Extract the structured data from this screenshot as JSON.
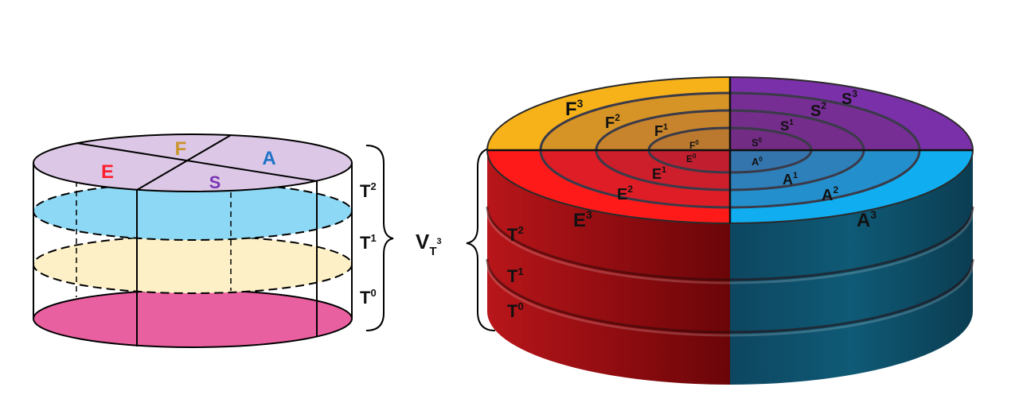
{
  "left_cylinder": {
    "top_labels": {
      "E": {
        "text": "E",
        "color": "#ff1f2e"
      },
      "F": {
        "text": "F",
        "color": "#c8952a"
      },
      "A": {
        "text": "A",
        "color": "#1e73c8"
      },
      "S": {
        "text": "S",
        "color": "#7a35b4"
      }
    },
    "level_labels": [
      {
        "base": "T",
        "sup": "2"
      },
      {
        "base": "T",
        "sup": "1"
      },
      {
        "base": "T",
        "sup": "0"
      }
    ],
    "colors": {
      "top": "#dcc8e6",
      "level2": "#8dd8f4",
      "level1": "#fdf0c6",
      "base": "#e8609f"
    }
  },
  "volume_label": {
    "base": "V",
    "sub": "T",
    "subsup": "3"
  },
  "right_disk": {
    "layer_labels": [
      {
        "base": "T",
        "sup": "2"
      },
      {
        "base": "T",
        "sup": "1"
      },
      {
        "base": "T",
        "sup": "0"
      }
    ],
    "ring_labels": {
      "F": [
        {
          "base": "F",
          "sup": "0"
        },
        {
          "base": "F",
          "sup": "1"
        },
        {
          "base": "F",
          "sup": "2"
        },
        {
          "base": "F",
          "sup": "3"
        }
      ],
      "S": [
        {
          "base": "S",
          "sup": "0"
        },
        {
          "base": "S",
          "sup": "1"
        },
        {
          "base": "S",
          "sup": "2"
        },
        {
          "base": "S",
          "sup": "3"
        }
      ],
      "E": [
        {
          "base": "E",
          "sup": "0"
        },
        {
          "base": "E",
          "sup": "1"
        },
        {
          "base": "E",
          "sup": "2"
        },
        {
          "base": "E",
          "sup": "3"
        }
      ],
      "A": [
        {
          "base": "A",
          "sup": "0"
        },
        {
          "base": "A",
          "sup": "1"
        },
        {
          "base": "A",
          "sup": "2"
        },
        {
          "base": "A",
          "sup": "3"
        }
      ]
    },
    "colors": {
      "F": "#f7b21a",
      "S": "#7a30a8",
      "E": "#ff1a1a",
      "A": "#10aef0",
      "side_left": "#9a0e12",
      "side_right": "#0f5670"
    }
  }
}
